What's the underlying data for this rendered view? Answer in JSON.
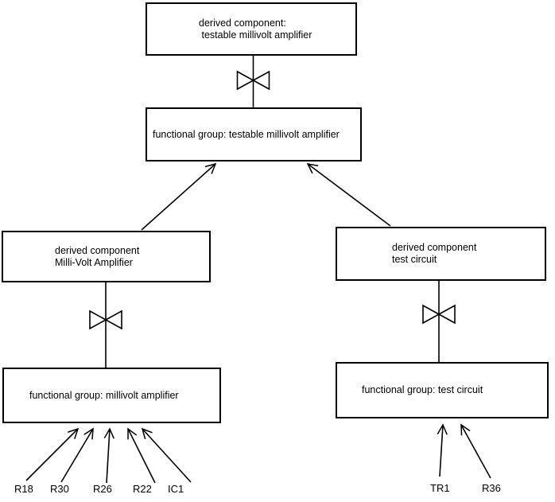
{
  "nodes": {
    "derived_testable": {
      "label": "derived component:\n testable millivolt amplifier"
    },
    "fg_testable": {
      "label": "functional group: testable millivolt amplifier"
    },
    "derived_mva": {
      "label": "derived component\nMilli-Volt Amplifier"
    },
    "derived_tc": {
      "label": "derived component\ntest circuit"
    },
    "fg_mva": {
      "label": "functional group: millivolt amplifier"
    },
    "fg_tc": {
      "label": "functional group: test circuit"
    }
  },
  "components": {
    "millivolt_amplifier_components": [
      "R18",
      "R30",
      "R26",
      "R22",
      "IC1"
    ],
    "test_circuit_components": [
      "TR1",
      "R36"
    ]
  },
  "icons": {
    "bowtie_connector": "bowtie (valve) symbol on vertical refinement link",
    "arrowhead": "open V line arrowhead"
  },
  "colors": {
    "line": "#000000",
    "text": "#000000",
    "background": "#ffffff"
  }
}
